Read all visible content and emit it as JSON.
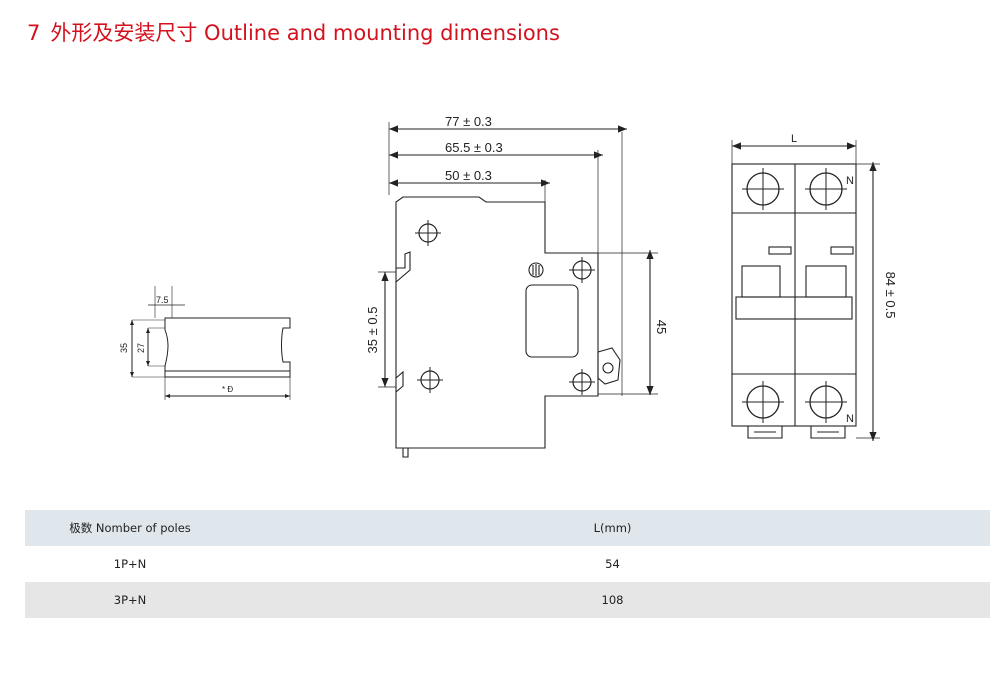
{
  "section": {
    "number": "7",
    "title": "外形及安装尺寸 Outline and mounting dimensions"
  },
  "colors": {
    "title": "#d4121e",
    "header_bg": "#dfe6ec",
    "row_shade": "#e6e6e6",
    "line": "#222222"
  },
  "rail_view": {
    "dim_top": "7.5",
    "dim_outer": "35",
    "dim_inner": "27",
    "dim_bottom": "* Ð"
  },
  "side_view": {
    "dim_77": "77 ± 0.3",
    "dim_65": "65.5 ± 0.3",
    "dim_50": "50 ± 0.3",
    "dim_35": "35 ± 0.5",
    "dim_45": "45"
  },
  "front_view": {
    "dim_L": "L",
    "dim_84": "84 ± 0.5",
    "label_n_top": "N",
    "label_n_bottom": "N"
  },
  "table": {
    "headers": [
      "极数 Nomber of poles",
      "L(mm)"
    ],
    "rows": [
      {
        "poles": "1P+N",
        "L": "54"
      },
      {
        "poles": "3P+N",
        "L": "108"
      }
    ]
  }
}
